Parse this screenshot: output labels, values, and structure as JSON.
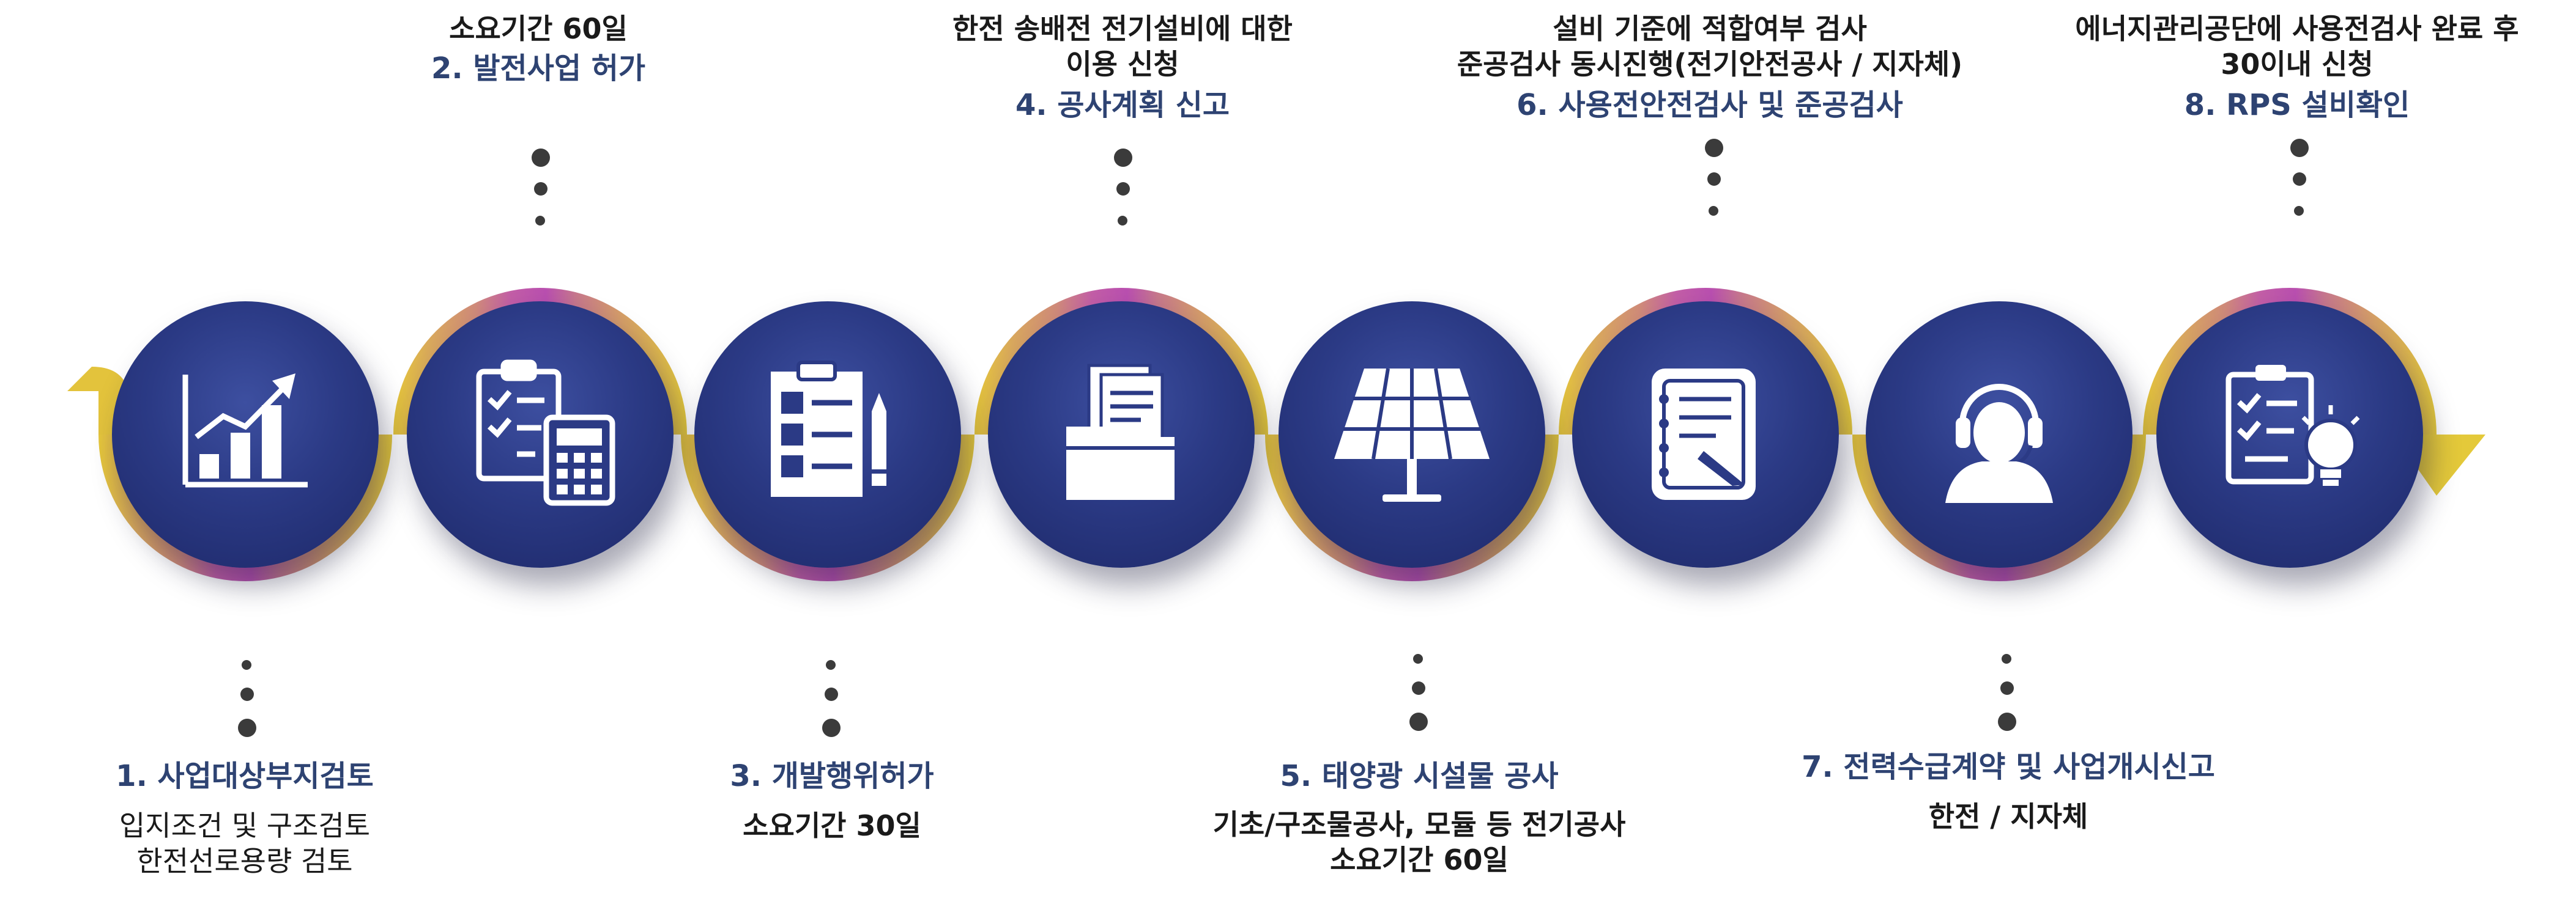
{
  "steps": [
    {
      "number": "1.",
      "title": "사업대상부지검토",
      "desc1": "입지조건 및 구조검토",
      "desc2": "한전선로용량 검토",
      "icon": "chart-growth-icon"
    },
    {
      "number": "2.",
      "title": "발전사업 허가",
      "desc1": "소요기간 60일",
      "icon": "checklist-calculator-icon"
    },
    {
      "number": "3.",
      "title": "개발행위허가",
      "desc1": "소요기간 30일",
      "icon": "clipboard-pencil-icon"
    },
    {
      "number": "4.",
      "title": "공사계획 신고",
      "desc1": "한전 송배전 전기설비에 대한",
      "desc2": "이용 신청",
      "icon": "folder-documents-icon"
    },
    {
      "number": "5.",
      "title": "태양광 시설물 공사",
      "desc1": "기초/구조물공사, 모듈 등 전기공사",
      "desc2": "소요기간 60일",
      "icon": "solar-panel-icon"
    },
    {
      "number": "6.",
      "title": "사용전안전검사 및 준공검사",
      "desc1": "설비 기준에 적합여부 검사",
      "desc2": "준공검사 동시진행(전기안전공사 / 지자체)",
      "icon": "notepad-pen-icon"
    },
    {
      "number": "7.",
      "title": "전력수급계약 및 사업개시신고",
      "desc1": "한전 / 지자체",
      "icon": "headset-operator-icon"
    },
    {
      "number": "8.",
      "title": "RPS 설비확인",
      "desc1": "에너지관리공단에 사용전검사 완료 후",
      "desc2": "30이내 신청",
      "icon": "checklist-lightbulb-icon"
    }
  ],
  "colors": {
    "node": "#2b3a85",
    "title": "#2e4372",
    "ribbon_gold": "#e3c33c",
    "ribbon_orange": "#d7a46a",
    "ribbon_pink": "#c86a9c",
    "ribbon_magenta": "#b557ae"
  }
}
